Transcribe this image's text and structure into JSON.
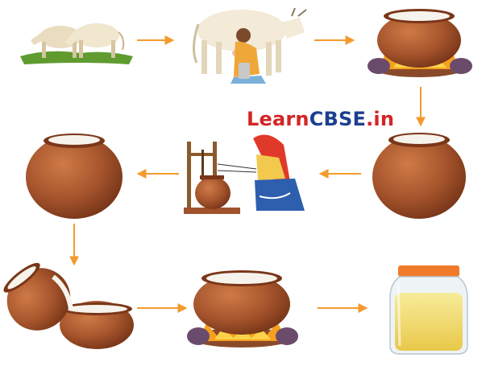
{
  "watermark": {
    "part1": "Learn",
    "part2": "CBSE",
    "part3": ".in"
  },
  "colors": {
    "arrow": "#f39a2e",
    "pot": "#a5542c",
    "pot_dark": "#7a3618",
    "milk": "#f6f3ec",
    "fire": "#f5a01f",
    "ghee": "#f2df6b"
  },
  "steps": [
    {
      "icon": "grazing-cows-icon"
    },
    {
      "icon": "milking-cow-icon"
    },
    {
      "icon": "boiling-milk-pot-icon"
    },
    {
      "icon": "curd-pot-icon"
    },
    {
      "icon": "churning-woman-icon"
    },
    {
      "icon": "butter-pot-icon"
    },
    {
      "icon": "pouring-pots-icon"
    },
    {
      "icon": "heating-butter-pot-icon"
    },
    {
      "icon": "ghee-jar-icon"
    }
  ]
}
